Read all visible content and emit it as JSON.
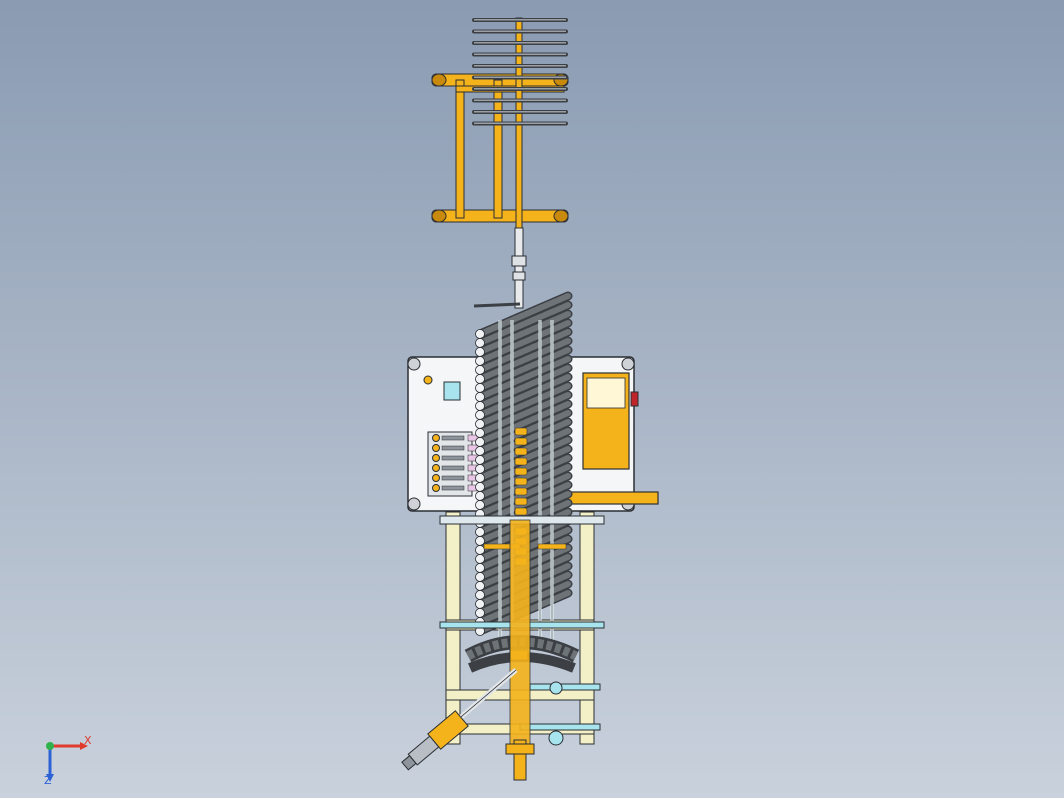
{
  "app": {
    "view": "cad-3d-viewport",
    "colors": {
      "background_top": "#8a9bb2",
      "background_bottom": "#c9d1dc",
      "frame_yellow": "#f5b31b",
      "frame_yellow_dark": "#c98a0c",
      "stand_cream": "#f3efc6",
      "panel_white": "#f4f6f8",
      "hose_gray": "#6e7378",
      "hose_dark": "#3c4045",
      "clamp_cyan": "#a8e4ee",
      "outline": "#2a2e33",
      "accent_red": "#c0252a",
      "cylinder_gray": "#b9bec4"
    }
  },
  "triad": {
    "x_label": "X",
    "z_label": "Z",
    "x_color": "#e03a2c",
    "y_color": "#2fb24a",
    "z_color": "#2d62d6"
  }
}
